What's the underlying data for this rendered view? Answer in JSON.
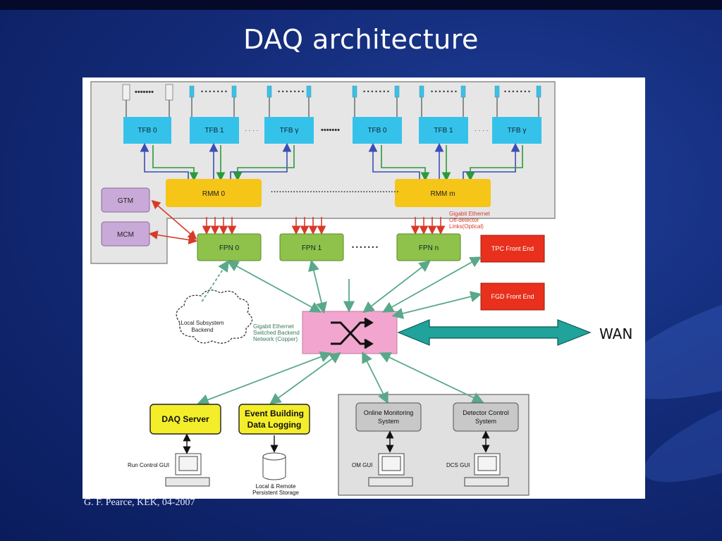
{
  "slide": {
    "title": "DAQ architecture",
    "footer": "G. F. Pearce, KEK, 04-2007",
    "wan_label": "WAN"
  },
  "colors": {
    "tfb": "#35c2ea",
    "rmm": "#f5c518",
    "fpn": "#8fc24a",
    "gtm_mcm": "#c9a9d8",
    "front_end": "#e8301c",
    "server": "#f4ee2a",
    "switch": "#f2a6cf",
    "wan_arrow": "#1fa39a",
    "blue_line": "#3a4fb5",
    "green_line": "#2a9a3a",
    "red_line": "#d83a2a",
    "network_line": "#5aa88a"
  },
  "diagram": {
    "tfb": [
      "TFB 0",
      "TFB 1",
      "TFB γ",
      "TFB 0",
      "TFB 1",
      "TFB γ"
    ],
    "rmm": [
      "RMM 0",
      "RMM m"
    ],
    "fpn": [
      "FPN 0",
      "FPN 1",
      "FPN n"
    ],
    "gtm": "GTM",
    "mcm": "MCM",
    "tpc": "TPC Front End",
    "fgd": "FGD Front End",
    "gige_optical": [
      "Gigabit Ethernet",
      "Off-detector",
      "Links(Optical)"
    ],
    "gige_copper": [
      "Gigabit Ethernet",
      "Switched Backend",
      "Network (Copper)"
    ],
    "cloud": [
      "Local Subsystem",
      "Backend"
    ],
    "daq_server": "DAQ Server",
    "event_building": [
      "Event Building",
      "Data Logging"
    ],
    "online_monitoring": [
      "Online Monitoring",
      "System"
    ],
    "detector_control": [
      "Detector Control",
      "System"
    ],
    "run_control_gui": "Run Control GUI",
    "storage": [
      "Local & Remote",
      "Persistent Storage"
    ],
    "om_gui": "OM GUI",
    "dcs_gui": "DCS GUI",
    "ellipsis_short": "· · · ·",
    "ellipsis_long": "··············································"
  }
}
